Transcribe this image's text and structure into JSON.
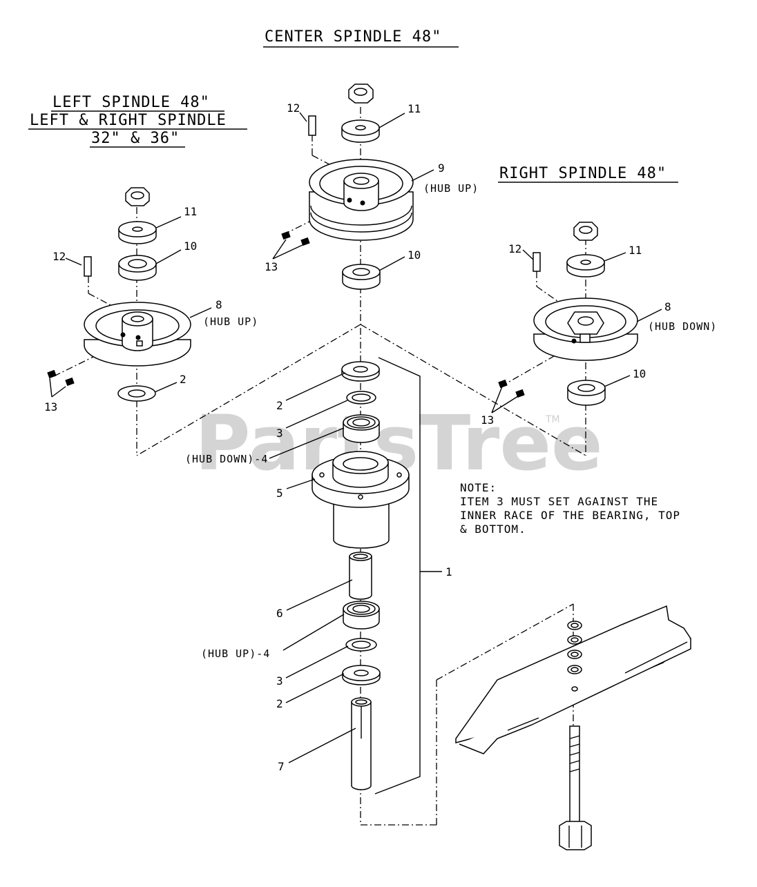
{
  "titles": {
    "center": "CENTER SPINDLE 48\"",
    "left_line1": "LEFT SPINDLE 48\"",
    "left_line2": "LEFT & RIGHT SPINDLE",
    "left_line3": "32\" & 36\"",
    "right": "RIGHT SPINDLE 48\""
  },
  "watermark": {
    "text": "PartsTree",
    "trademark": "TM"
  },
  "note": {
    "line1": "NOTE:",
    "line2": "ITEM 3 MUST SET AGAINST THE",
    "line3": "INNER RACE OF THE BEARING, TOP",
    "line4": "& BOTTOM."
  },
  "callouts": {
    "left_11": "11",
    "left_10": "10",
    "left_12": "12",
    "left_8": "8",
    "left_8_note": "(HUB UP)",
    "left_13": "13",
    "left_2": "2",
    "center_12": "12",
    "center_11": "11",
    "center_9": "9",
    "center_9_note": "(HUB UP)",
    "center_13": "13",
    "center_10": "10",
    "right_12": "12",
    "right_11": "11",
    "right_8": "8",
    "right_8_note": "(HUB DOWN)",
    "right_10": "10",
    "right_13": "13",
    "c_2_top": "2",
    "c_3_top": "3",
    "c_4_top": "(HUB DOWN)-4",
    "c_5": "5",
    "c_1": "1",
    "c_6": "6",
    "c_4_bot": "(HUB UP)-4",
    "c_3_bot": "3",
    "c_2_bot": "2",
    "c_7": "7"
  }
}
